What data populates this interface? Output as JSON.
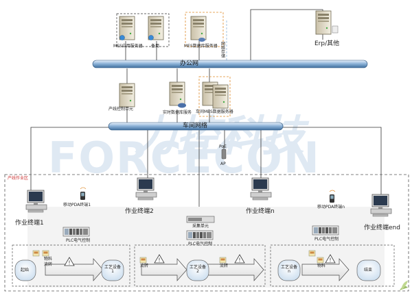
{
  "watermark": {
    "cn": "力控科技",
    "en": "FORCECON"
  },
  "networks": {
    "office": "办公网",
    "workshop": "车间网络"
  },
  "servers": {
    "mes_app": "MES应用服务器",
    "backup": "备用",
    "mes_db": "MES数据库服务器",
    "erp": "Erp/其他",
    "line_control": "产线控制单元",
    "realtime_db": "实时数据库服务",
    "workshop_mes_db": "车间MES数据服务器",
    "storage": "网络存储"
  },
  "ap": {
    "label": "AP",
    "poe": "PoE"
  },
  "area": {
    "label": "产线作业区"
  },
  "terminals": {
    "t1": "作业终端1",
    "t2": "作业终端2",
    "tn": "作业终端n",
    "tend": "作业终端end"
  },
  "pda": {
    "p1": "移动PDA终端1",
    "pn": "移动PDA终端n"
  },
  "collector": "采集单元",
  "plc": {
    "p1": "PLC电气控制",
    "p2": "PLC电气控制",
    "pn": "PLC电气控制"
  },
  "process": {
    "start": "起始",
    "device1": "工艺设备1",
    "device2": "工艺设备2",
    "devicen": "工艺设备n",
    "end": "结束",
    "material": "物料",
    "flow": "流转"
  }
}
